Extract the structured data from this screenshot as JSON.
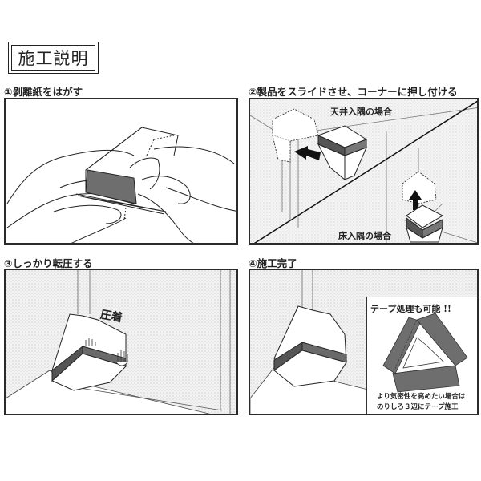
{
  "header": {
    "title": "施工説明"
  },
  "steps": [
    {
      "number": "①",
      "label": "①剝離紙をはがす",
      "illustration": "hands-peeling-release-paper"
    },
    {
      "number": "②",
      "label": "②製品をスライドさせ、コーナーに押し付ける",
      "illustration": "slide-product-into-corner",
      "captions": {
        "ceiling": "天井入隅の場合",
        "floor": "床入隅の場合"
      }
    },
    {
      "number": "③",
      "label": "③しっかり転圧する",
      "illustration": "press-firmly",
      "captions": {
        "press": "圧着"
      }
    },
    {
      "number": "④",
      "label": "④施工完了",
      "illustration": "installation-complete",
      "inset": {
        "title": "テープ処理も可能 !!",
        "note_line1": "より気密性を高めたい場合は",
        "note_line2": "のりしろ３辺にテープ施工"
      }
    }
  ],
  "colors": {
    "border": "#2b2b2b",
    "tape_gray": "#6e6e6e",
    "product_dark": "#5a5a5a",
    "wall_texture": "#d9d9d9"
  }
}
